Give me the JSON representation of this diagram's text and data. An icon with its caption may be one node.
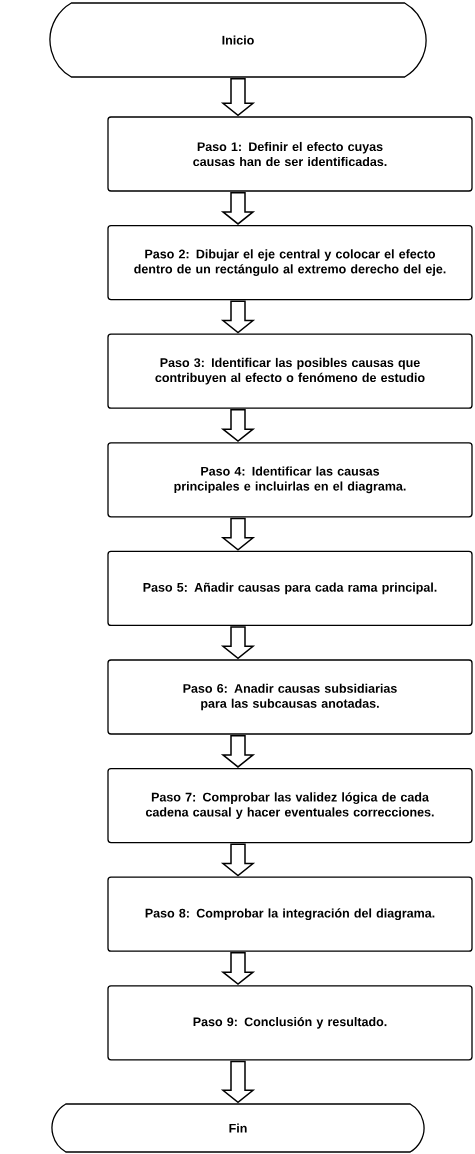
{
  "diagram": {
    "nodes": [
      {
        "text": [
          "Inicio"
        ]
      },
      {
        "text": [
          "Paso 1: Definir el efecto cuyas causas han de ser identificadas."
        ]
      },
      {
        "text": [
          "Paso 2: Dibujar el eje central y colocar el efecto dentro de un rectángulo al extremo derecho del eje."
        ]
      },
      {
        "text": [
          "Paso 3: Identificar las posibles causas que contribuyen al efecto o fenómeno de estudio"
        ]
      },
      {
        "text": [
          "Paso 4: Identificar las causas principales e incluirlas en el diagrama."
        ]
      },
      {
        "text": [
          "Paso 5: Añadir causas para cada rama principal."
        ]
      },
      {
        "text": [
          "Paso 6:  Anadir causas subsidiarias para las subcausas anotadas."
        ]
      },
      {
        "text": [
          "Paso 7: Comprobar las validez lógica de cada cadena causal y hacer eventuales correcciones."
        ]
      },
      {
        "text": [
          "Paso 8: Comprobar la integración del diagrama."
        ]
      },
      {
        "text": [
          "Paso 9: Conclusión y resultado."
        ]
      },
      {
        "text": [
          "Fin"
        ]
      }
    ],
    "edges": [
      {
        "from": 0,
        "to": 1,
        "arrow": "to"
      },
      {
        "from": 1,
        "to": 2,
        "arrow": "to"
      },
      {
        "from": 2,
        "to": 3,
        "arrow": "to"
      },
      {
        "from": 3,
        "to": 4,
        "arrow": "to"
      },
      {
        "from": 4,
        "to": 5,
        "arrow": "to"
      },
      {
        "from": 5,
        "to": 6,
        "arrow": "to"
      },
      {
        "from": 6,
        "to": 7,
        "arrow": "to"
      },
      {
        "from": 7,
        "to": 8,
        "arrow": "to"
      },
      {
        "from": 8,
        "to": 9,
        "arrow": "to"
      },
      {
        "from": 9,
        "to": 10,
        "arrow": "to"
      }
    ]
  }
}
